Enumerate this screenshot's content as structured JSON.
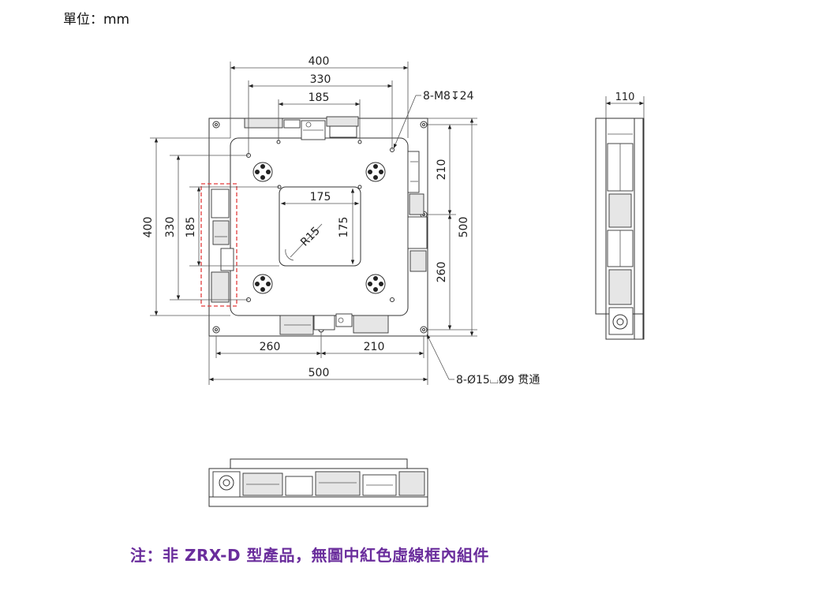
{
  "header": {
    "unit_label": "單位：mm"
  },
  "top_view": {
    "dim_width_outer": "400",
    "dim_width_mid": "330",
    "dim_width_inner": "185",
    "dim_height_outer": "400",
    "dim_height_mid": "330",
    "dim_height_inner": "185",
    "center_width": "175",
    "center_height": "175",
    "corner_radius": "R15",
    "dim_right_upper": "210",
    "dim_right_lower": "260",
    "dim_right_total": "500",
    "dim_bottom_left": "260",
    "dim_bottom_right": "210",
    "dim_bottom_total": "500",
    "callout_tapped_holes": "8-M8↧24",
    "callout_through_holes": "8-Ø15⌴Ø9 贯通"
  },
  "side_view": {
    "dim_thickness": "110"
  },
  "highlight_color": "#e23b3b",
  "footer": {
    "note": "注：非 ZRX-D 型產品，無圖中紅色虛線框內組件"
  }
}
